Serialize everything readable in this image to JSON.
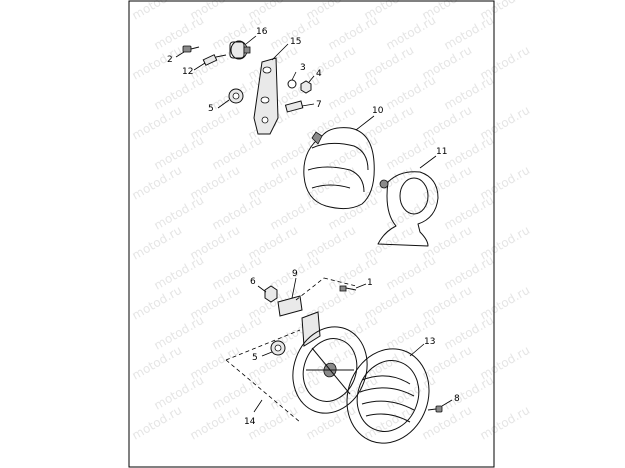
{
  "watermark": "motod.ru",
  "callouts": {
    "c1": "1",
    "c2": "2",
    "c3": "3",
    "c4": "4",
    "c5a": "5",
    "c5b": "5",
    "c6": "6",
    "c7": "7",
    "c8": "8",
    "c9": "9",
    "c10": "10",
    "c11": "11",
    "c12": "12",
    "c13": "13",
    "c14": "14",
    "c15": "15",
    "c16": "16"
  }
}
